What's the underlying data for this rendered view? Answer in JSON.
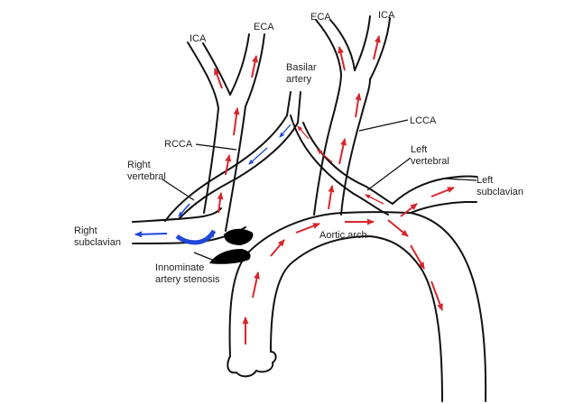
{
  "colors": {
    "line": "#111111",
    "antegrade_flow": "#d9252c",
    "reversed_flow": "#2048d6",
    "stenosis": "#000000",
    "background": "#ffffff"
  },
  "labels": {
    "ica_right": "ICA",
    "eca_right": "ECA",
    "eca_left": "ECA",
    "ica_left": "ICA",
    "basilar_line1": "Basilar",
    "basilar_line2": "artery",
    "lcca": "LCCA",
    "rcca": "RCCA",
    "right_vertebral_line1": "Right",
    "right_vertebral_line2": "vertebral",
    "left_vertebral_line1": "Left",
    "left_vertebral_line2": "vertebral",
    "left_subclavian_line1": "Left",
    "left_subclavian_line2": "subclavian",
    "right_subclavian_line1": "Right",
    "right_subclavian_line2": "subclavian",
    "aortic_arch": "Aortic arch",
    "innominate_line1": "Innominate",
    "innominate_line2": "artery stenosis"
  }
}
